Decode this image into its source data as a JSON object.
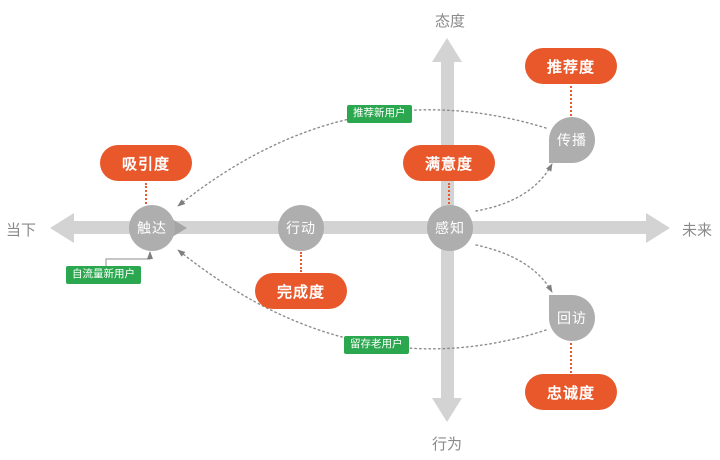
{
  "axis": {
    "top": "态度",
    "bottom": "行为",
    "left": "当下",
    "right": "未来"
  },
  "nodes": {
    "reach": "触达",
    "action": "行动",
    "perception": "感知",
    "spread": "传播",
    "revisit": "回访"
  },
  "badges": {
    "attraction": "吸引度",
    "satisfaction": "满意度",
    "recommendation": "推荐度",
    "completion": "完成度",
    "loyalty": "忠诚度"
  },
  "flow_labels": {
    "recommended_new_users": "推荐新用户",
    "organic_new_users": "自流量新用户",
    "retained_old_users": "留存老用户"
  },
  "colors": {
    "badge_orange": "#e8582b",
    "node_gray": "#aeaeae",
    "axis_gray": "#d3d3d3",
    "flow_green": "#2ba84f",
    "curve_gray": "#8c8c8c",
    "axis_text_gray": "#8a8a8a"
  }
}
